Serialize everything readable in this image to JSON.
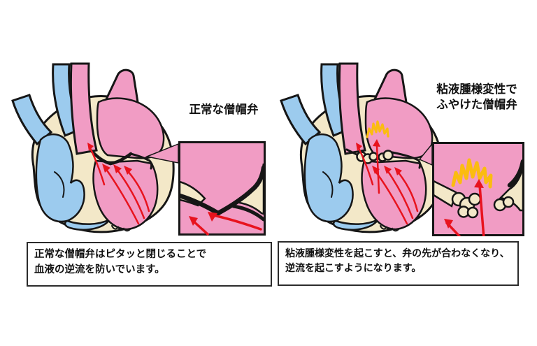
{
  "panels": {
    "normal": {
      "label": "正常な僧帽弁",
      "caption_lines": [
        "正常な僧帽弁はピタッと閉じることで",
        "血液の逆流を防いでいます。"
      ]
    },
    "myxomatous": {
      "label_lines": [
        "粘液腫様変性で",
        "ふやけた僧帽弁"
      ],
      "caption_lines": [
        "粘液腫様変性を起こすと、弁の先が合わなくなり、",
        "逆流を起こすようになります。"
      ]
    }
  },
  "colors": {
    "pink": "#F19CC4",
    "blue": "#9CCBEE",
    "cream": "#F3E8C8",
    "outline": "#161616",
    "red": "#E8131E",
    "yellow": "#FBBC10",
    "caption_border": "#2B2B2B",
    "background": "#FFFFFF"
  }
}
